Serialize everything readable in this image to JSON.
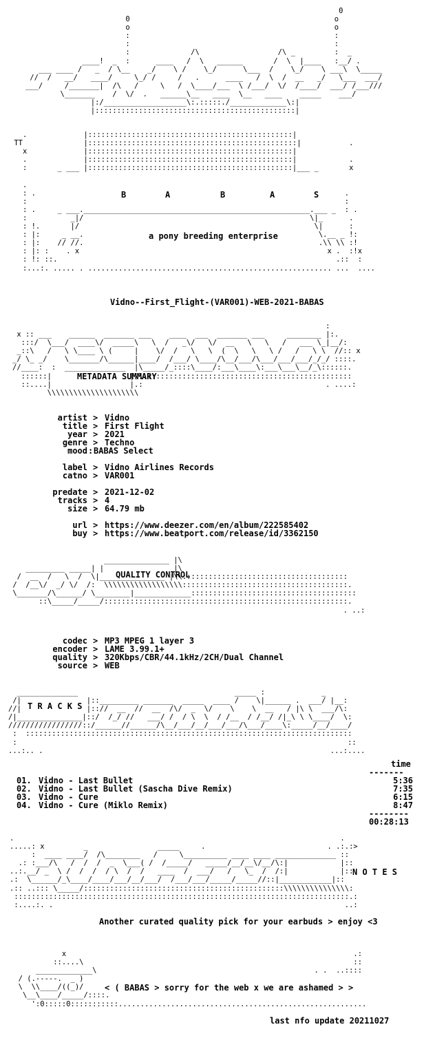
{
  "header": {
    "group_letters": [
      "B",
      "A",
      "B",
      "A",
      "S"
    ],
    "tagline": "a pony breeding enterprise",
    "release_name": "Vidno--First_Flight-(VAR001)-WEB-2021-BABAS"
  },
  "metadata": {
    "section_title": "METADATA SUMMARY",
    "rows": [
      {
        "key": "artist",
        "sep": ">",
        "value": "Vidno"
      },
      {
        "key": "title",
        "sep": ">",
        "value": "First Flight"
      },
      {
        "key": "year",
        "sep": ">",
        "value": "2021"
      },
      {
        "key": "genre",
        "sep": ">",
        "value": "Techno"
      },
      {
        "key": "mood",
        "sep": ":",
        "value": "BABAS Select"
      },
      {
        "key": "label",
        "sep": ">",
        "value": "Vidno Airlines Records"
      },
      {
        "key": "catno",
        "sep": ">",
        "value": "VAR001"
      },
      {
        "key": "predate",
        "sep": ">",
        "value": "2021-12-02"
      },
      {
        "key": "tracks",
        "sep": ">",
        "value": "4"
      },
      {
        "key": "size",
        "sep": ">",
        "value": "64.79 mb"
      },
      {
        "key": "url",
        "sep": ">",
        "value": "https://www.deezer.com/en/album/222585402"
      },
      {
        "key": "buy",
        "sep": ">",
        "value": "https://www.beatport.com/release/id/3362150"
      }
    ]
  },
  "quality": {
    "section_title": "QUALITY CONTROL",
    "rows": [
      {
        "key": "codec",
        "value": "MP3 MPEG 1 layer 3"
      },
      {
        "key": "encoder",
        "value": "LAME 3.99.1+"
      },
      {
        "key": "quality",
        "value": "320Kbps/CBR/44.1kHz/2CH/Dual Channel"
      },
      {
        "key": "source",
        "value": "WEB"
      }
    ]
  },
  "tracks": {
    "section_title": "T R A C K S",
    "time_header": "time",
    "divider": "-------",
    "items": [
      {
        "num": "01.",
        "name": "Vidno - Last Bullet",
        "time": "5:36"
      },
      {
        "num": "02.",
        "name": "Vidno - Last Bullet (Sascha Dive Remix)",
        "time": "7:35"
      },
      {
        "num": "03.",
        "name": "Vidno - Cure",
        "time": "6:15"
      },
      {
        "num": "04.",
        "name": "Vidno - Cure (Miklo Remix)",
        "time": "8:47"
      }
    ],
    "divider_bottom": "--------",
    "total": "00:28:13"
  },
  "notes": {
    "section_title": "N O T E S",
    "text": "Another curated quality pick for your earbuds > enjoy <3"
  },
  "footer": {
    "message": "< ( BABAS > sorry for the web x we are ashamed > >",
    "update": "last nfo update 20211027"
  }
}
